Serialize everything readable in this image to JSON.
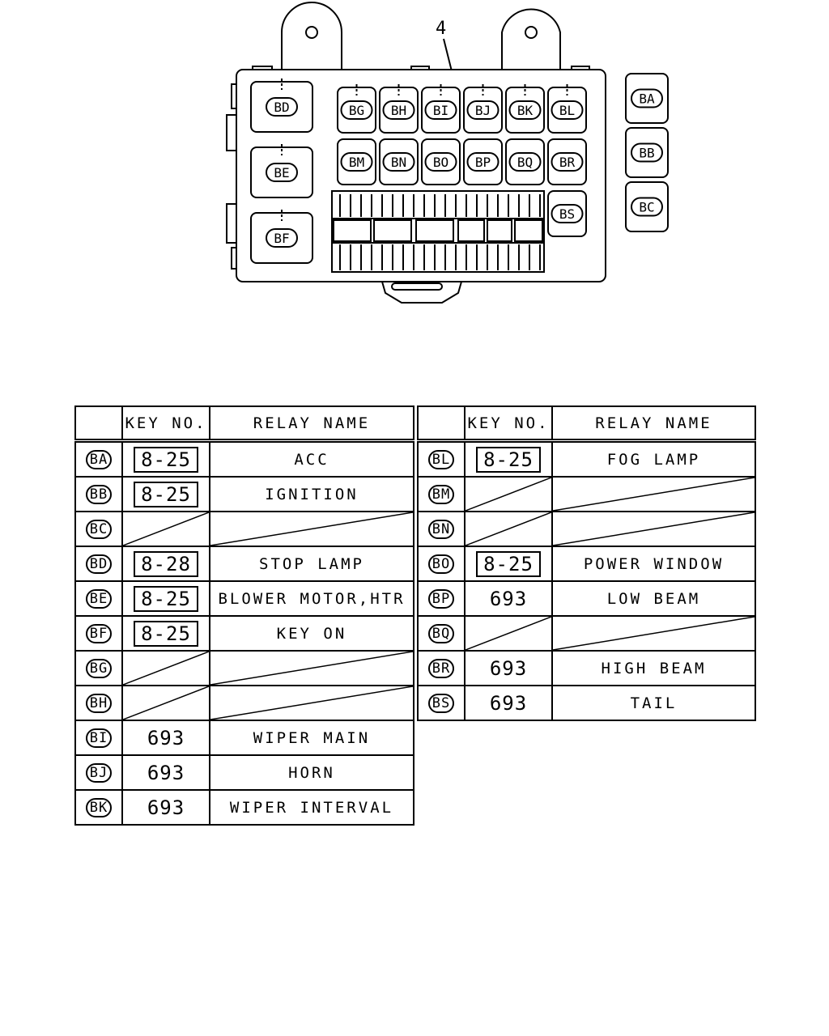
{
  "callout_number": "4",
  "box_labels": {
    "outer": [
      "BA",
      "BB",
      "BC"
    ],
    "left": [
      "BD",
      "BE",
      "BF"
    ],
    "row1": [
      "BG",
      "BH",
      "BI",
      "BJ",
      "BK",
      "BL"
    ],
    "row2": [
      "BM",
      "BN",
      "BO",
      "BP",
      "BQ",
      "BR"
    ],
    "single": "BS"
  },
  "headers": {
    "key": "KEY NO.",
    "relay": "RELAY NAME"
  },
  "table_left": [
    {
      "code": "BA",
      "key": "8-25",
      "boxed": true,
      "relay": "ACC"
    },
    {
      "code": "BB",
      "key": "8-25",
      "boxed": true,
      "relay": "IGNITION"
    },
    {
      "code": "BC",
      "key": "",
      "boxed": false,
      "relay": ""
    },
    {
      "code": "BD",
      "key": "8-28",
      "boxed": true,
      "relay": "STOP LAMP"
    },
    {
      "code": "BE",
      "key": "8-25",
      "boxed": true,
      "relay": "BLOWER MOTOR,HTR"
    },
    {
      "code": "BF",
      "key": "8-25",
      "boxed": true,
      "relay": "KEY ON"
    },
    {
      "code": "BG",
      "key": "",
      "boxed": false,
      "relay": ""
    },
    {
      "code": "BH",
      "key": "",
      "boxed": false,
      "relay": ""
    },
    {
      "code": "BI",
      "key": "693",
      "boxed": false,
      "relay": "WIPER MAIN"
    },
    {
      "code": "BJ",
      "key": "693",
      "boxed": false,
      "relay": "HORN"
    },
    {
      "code": "BK",
      "key": "693",
      "boxed": false,
      "relay": "WIPER INTERVAL"
    }
  ],
  "table_right": [
    {
      "code": "BL",
      "key": "8-25",
      "boxed": true,
      "relay": "FOG LAMP"
    },
    {
      "code": "BM",
      "key": "",
      "boxed": false,
      "relay": ""
    },
    {
      "code": "BN",
      "key": "",
      "boxed": false,
      "relay": ""
    },
    {
      "code": "BO",
      "key": "8-25",
      "boxed": true,
      "relay": "POWER WINDOW"
    },
    {
      "code": "BP",
      "key": "693",
      "boxed": false,
      "relay": "LOW BEAM"
    },
    {
      "code": "BQ",
      "key": "",
      "boxed": false,
      "relay": ""
    },
    {
      "code": "BR",
      "key": "693",
      "boxed": false,
      "relay": "HIGH BEAM"
    },
    {
      "code": "BS",
      "key": "693",
      "boxed": false,
      "relay": "TAIL"
    }
  ]
}
